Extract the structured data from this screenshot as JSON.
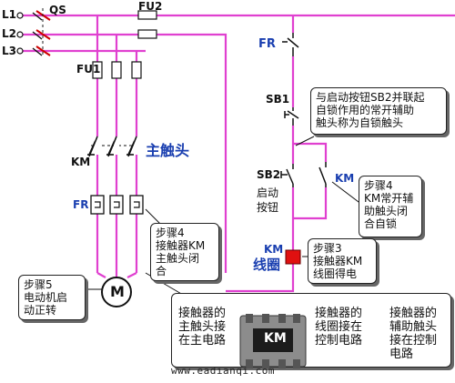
{
  "colors": {
    "wire": "#e040d0",
    "label_blue": "#1a3fb0",
    "coil_red": "#e01010"
  },
  "labels": {
    "L1": "L1",
    "L2": "L2",
    "L3": "L3",
    "QS": "QS",
    "FU2": "FU2",
    "FU1": "FU1",
    "KM_main": "KM",
    "main_contact": "主触头",
    "FR_main": "FR",
    "FR_ctrl": "FR",
    "SB1": "SB1",
    "SB2": "SB2",
    "start_button_1": "启动",
    "start_button_2": "按钮",
    "KM_aux": "KM",
    "KM_coil": "KM",
    "coil": "线圈",
    "motor": "M"
  },
  "callouts": {
    "self_lock": [
      "与启动按钮SB2并联起",
      "自锁作用的常开辅助",
      "触头称为自锁触头"
    ],
    "step4_right": [
      "步骤4",
      "KM常开辅",
      "助触头闭",
      "合自锁"
    ],
    "step4_left": [
      "步骤4",
      "接触器KM",
      "主触头闭",
      "合"
    ],
    "step3": [
      "步骤3",
      "接触器KM",
      "线圈得电"
    ],
    "step5": [
      "步骤5",
      "电动机启",
      "动正转"
    ]
  },
  "bottom_notes": {
    "main_circuit": [
      "接触器的",
      "主触头接",
      "在主电路"
    ],
    "coil_circuit": [
      "接触器的",
      "线圈接在",
      "控制电路"
    ],
    "aux_circuit": [
      "接触器的",
      "辅助触头",
      "接在控制",
      "电路"
    ]
  },
  "photo_label": "KM",
  "watermark": "www.eadianqi.com"
}
